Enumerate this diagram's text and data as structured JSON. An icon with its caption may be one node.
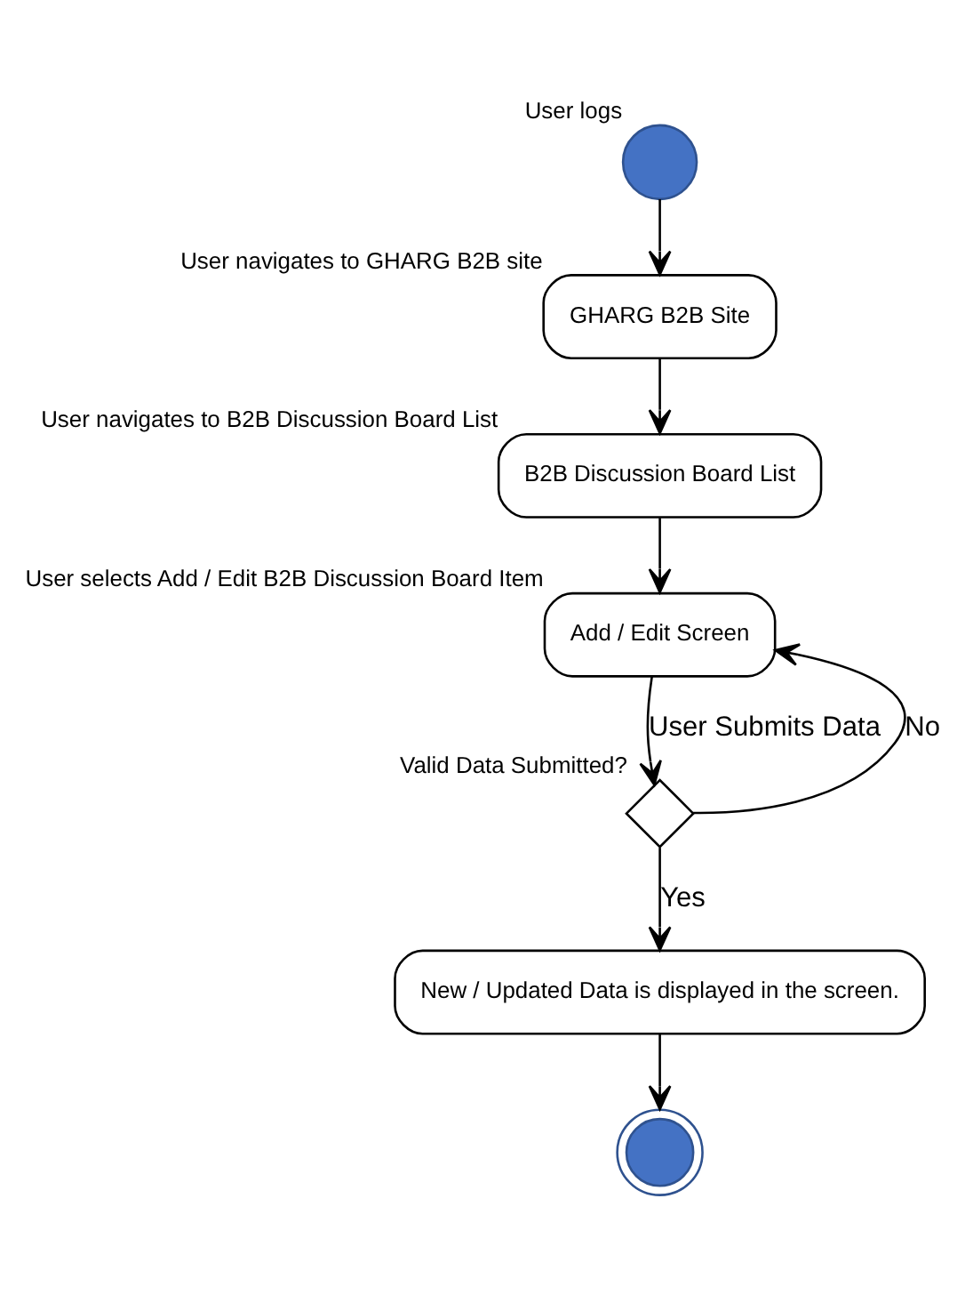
{
  "diagram": {
    "nodes": [
      {
        "text": [],
        "shape": "circle",
        "beside": [
          "User logs"
        ]
      },
      {
        "text": [
          "GHARG B2B Site"
        ],
        "beside": [
          "User navigates to GHARG B2B site"
        ]
      },
      {
        "text": [
          "B2B Discussion Board List"
        ],
        "beside": [
          "User navigates to B2B Discussion Board List"
        ]
      },
      {
        "text": [
          "Add / Edit Screen"
        ],
        "beside": [
          "User selects Add / Edit B2B Discussion Board Item"
        ]
      },
      {
        "text": [],
        "shape": "diamond",
        "beside": [
          "Valid Data Submitted?"
        ]
      },
      {
        "text": [
          "New / Updated Data is displayed in the screen."
        ]
      },
      {
        "text": [],
        "shape": "circle"
      }
    ],
    "edges": [
      {
        "from": 0,
        "to": 1,
        "arrow": "to"
      },
      {
        "from": 1,
        "to": 2,
        "arrow": "to"
      },
      {
        "from": 2,
        "to": 3,
        "arrow": "to"
      },
      {
        "from": 3,
        "to": 4,
        "arrow": "to",
        "label": "User Submits Data"
      },
      {
        "from": 4,
        "to": 3,
        "arrow": "to",
        "label": "No"
      },
      {
        "from": 4,
        "to": 5,
        "arrow": "to",
        "label": "Yes"
      },
      {
        "from": 5,
        "to": 6,
        "arrow": "to"
      }
    ]
  }
}
